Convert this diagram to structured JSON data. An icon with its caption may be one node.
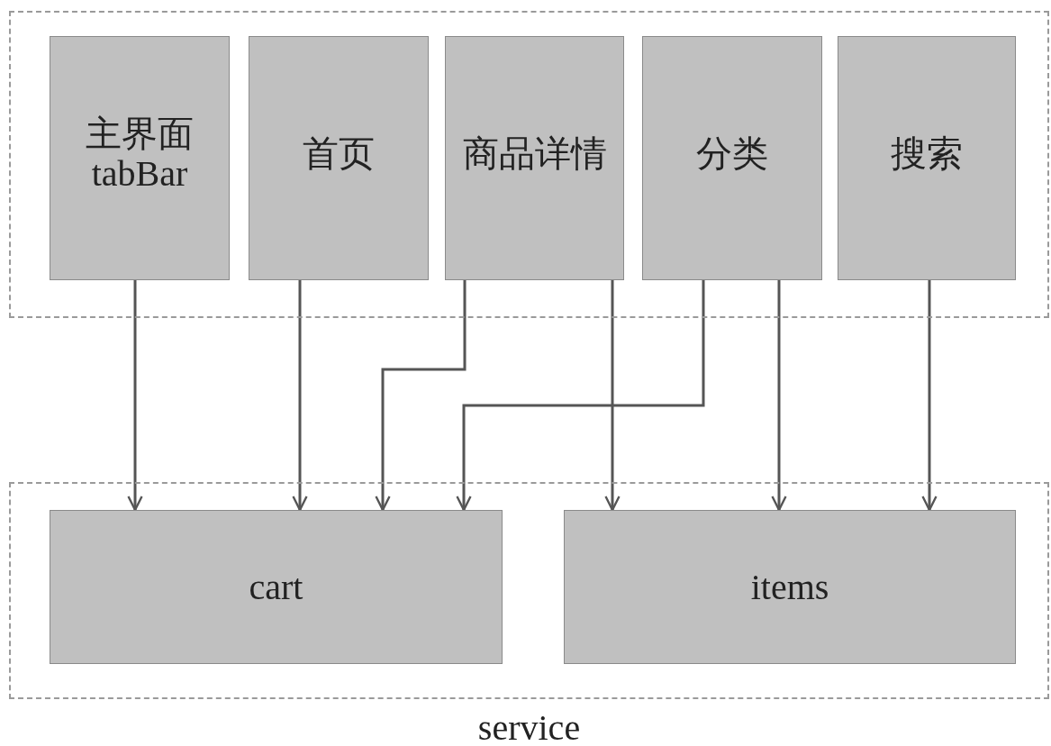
{
  "diagram": {
    "nodes": [
      {
        "text": [],
        "shape": "box"
      },
      {
        "text": [
          "主界面 tabBar"
        ],
        "in": 0
      },
      {
        "text": [
          "首页"
        ],
        "in": 0
      },
      {
        "text": [
          "商品详情"
        ],
        "in": 0
      },
      {
        "text": [
          "分类"
        ],
        "in": 0
      },
      {
        "text": [
          "搜索"
        ],
        "in": 0
      },
      {
        "text": [
          "service"
        ]
      },
      {
        "text": [
          "cart"
        ],
        "in": 6
      },
      {
        "text": [
          "items"
        ],
        "in": 6
      }
    ],
    "edges": [
      {
        "from": 1,
        "to": 7,
        "arrow": "to"
      },
      {
        "from": 2,
        "to": 7,
        "arrow": "to"
      },
      {
        "from": 3,
        "to": 7,
        "arrow": "to"
      },
      {
        "from": 3,
        "to": 8,
        "arrow": "to"
      },
      {
        "from": 4,
        "to": 7,
        "arrow": "to"
      },
      {
        "from": 4,
        "to": 8,
        "arrow": "to"
      },
      {
        "from": 5,
        "to": 8,
        "arrow": "to"
      }
    ]
  }
}
